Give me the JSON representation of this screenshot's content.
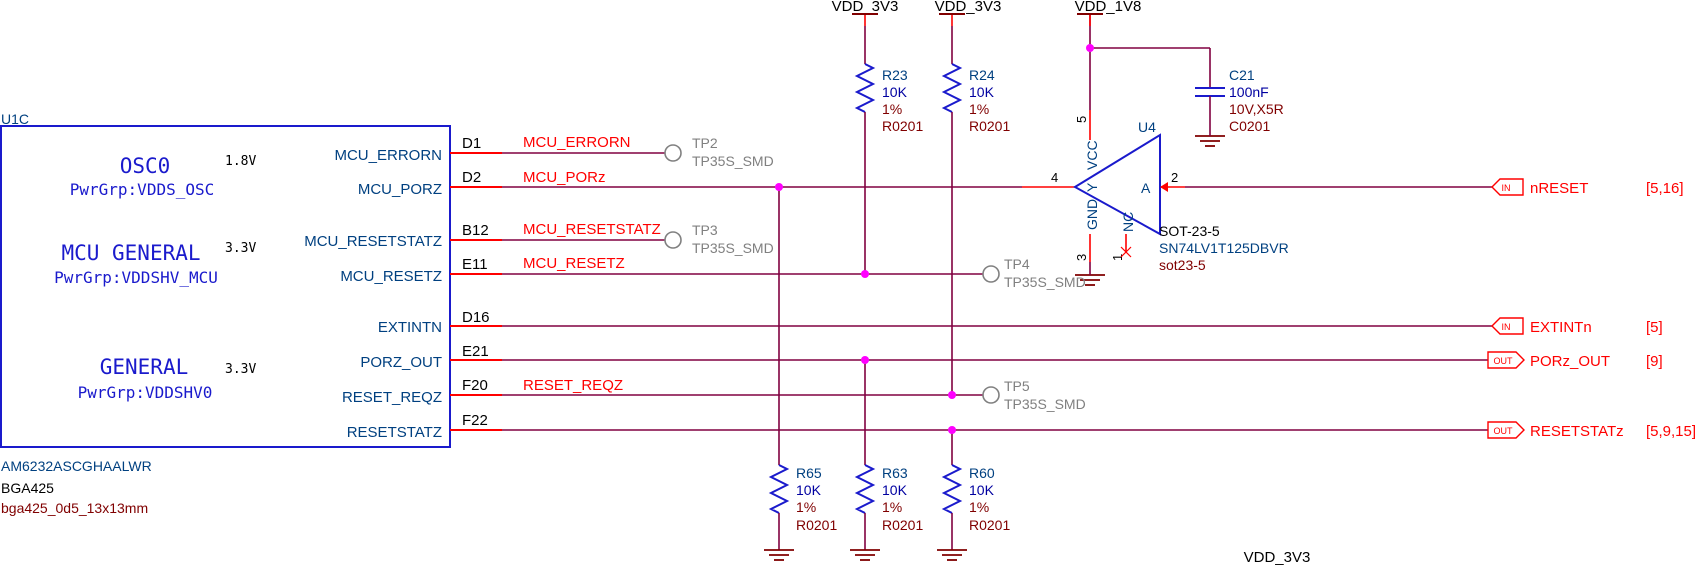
{
  "colors": {
    "wire": "#800040",
    "component": "#1a1acc",
    "net": "#ff0000",
    "pin": "#004080",
    "power": "#800000",
    "testpoint": "#808080",
    "junction": "#ff00ff",
    "text": "#000000",
    "value": "#0000a0"
  },
  "u1c": {
    "ref": "U1C",
    "part": "AM6232ASCGHAALWR",
    "package": "BGA425",
    "footprint": "bga425_0d5_13x13mm",
    "groups": [
      {
        "name": "OSC0",
        "pwr": "PwrGrp:VDDS_OSC",
        "volt": "1.8V"
      },
      {
        "name": "MCU GENERAL",
        "pwr": "PwrGrp:VDDSHV_MCU",
        "volt": "3.3V"
      },
      {
        "name": "GENERAL",
        "pwr": "PwrGrp:VDDSHV0",
        "volt": "3.3V"
      }
    ],
    "pins": [
      {
        "name": "MCU_ERRORN",
        "num": "D1",
        "net": "MCU_ERRORN"
      },
      {
        "name": "MCU_PORZ",
        "num": "D2",
        "net": "MCU_PORz"
      },
      {
        "name": "MCU_RESETSTATZ",
        "num": "B12",
        "net": "MCU_RESETSTATZ"
      },
      {
        "name": "MCU_RESETZ",
        "num": "E11",
        "net": "MCU_RESETZ"
      },
      {
        "name": "EXTINTN",
        "num": "D16",
        "net": ""
      },
      {
        "name": "PORZ_OUT",
        "num": "E21",
        "net": ""
      },
      {
        "name": "RESET_REQZ",
        "num": "F20",
        "net": "RESET_REQZ"
      },
      {
        "name": "RESETSTATZ",
        "num": "F22",
        "net": ""
      }
    ]
  },
  "power_labels": {
    "top_r23": "VDD_3V3",
    "top_r24": "VDD_3V3",
    "top_u4": "VDD_1V8",
    "bottom": "VDD_3V3"
  },
  "resistors": [
    {
      "ref": "R23",
      "value": "10K",
      "tol": "1%",
      "pkg": "R0201"
    },
    {
      "ref": "R24",
      "value": "10K",
      "tol": "1%",
      "pkg": "R0201"
    },
    {
      "ref": "R65",
      "value": "10K",
      "tol": "1%",
      "pkg": "R0201"
    },
    {
      "ref": "R63",
      "value": "10K",
      "tol": "1%",
      "pkg": "R0201"
    },
    {
      "ref": "R60",
      "value": "10K",
      "tol": "1%",
      "pkg": "R0201"
    }
  ],
  "capacitor": {
    "ref": "C21",
    "value": "100nF",
    "rating": "10V,X5R",
    "pkg": "C0201"
  },
  "testpoints": [
    {
      "ref": "TP2",
      "part": "TP35S_SMD"
    },
    {
      "ref": "TP3",
      "part": "TP35S_SMD"
    },
    {
      "ref": "TP4",
      "part": "TP35S_SMD"
    },
    {
      "ref": "TP5",
      "part": "TP35S_SMD"
    }
  ],
  "u4": {
    "ref": "U4",
    "package_label": "SOT-23-5",
    "part": "SN74LV1T125DBVR",
    "footprint": "sot23-5",
    "pins": {
      "vcc": "VCC",
      "gnd": "GND",
      "a": "A",
      "y": "Y",
      "nc": "NC"
    },
    "pin_numbers": {
      "vcc": "5",
      "gnd": "3",
      "a": "2",
      "y": "4",
      "nc": "1"
    }
  },
  "ports": [
    {
      "dir": "IN",
      "name": "nRESET",
      "refs": "[5,16]"
    },
    {
      "dir": "IN",
      "name": "EXTINTn",
      "refs": "[5]"
    },
    {
      "dir": "OUT",
      "name": "PORz_OUT",
      "refs": "[9]"
    },
    {
      "dir": "OUT",
      "name": "RESETSTATz",
      "refs": "[5,9,15]"
    }
  ]
}
